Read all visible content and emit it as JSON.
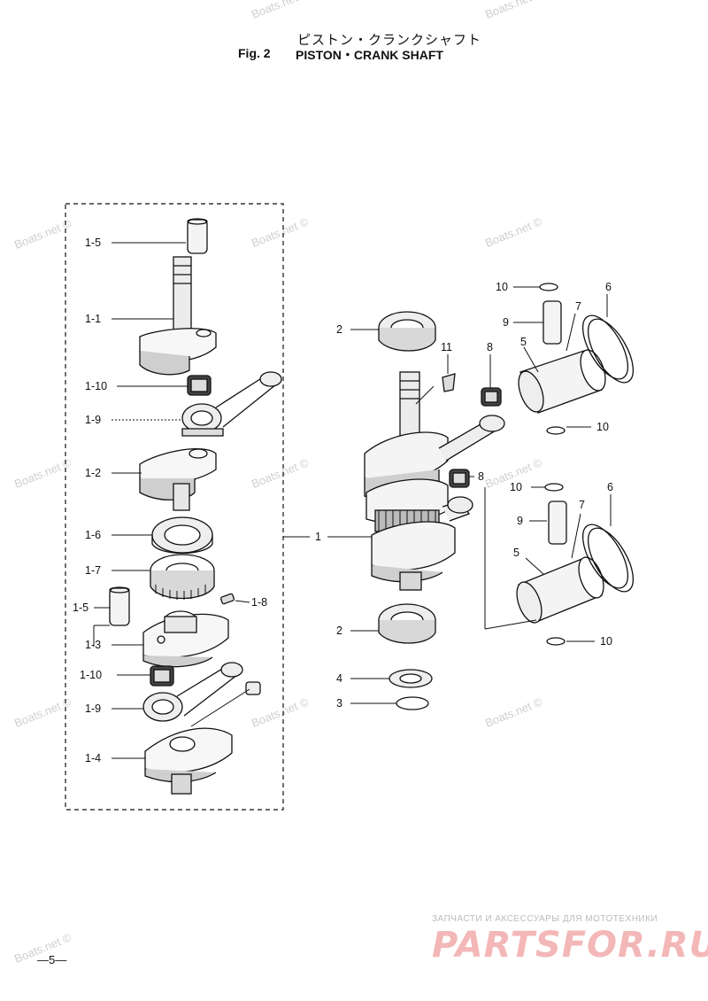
{
  "header": {
    "title_jp": "ピストン・クランクシャフト",
    "fig_label": "Fig. 2",
    "title_en": "PISTON・CRANK SHAFT"
  },
  "watermark": "Boats.net ©",
  "labels": {
    "1": "1",
    "1_1": "1-1",
    "1_2": "1-2",
    "1_3": "1-3",
    "1_4": "1-4",
    "1_5": "1-5",
    "1_6": "1-6",
    "1_7": "1-7",
    "1_8": "1-8",
    "1_9": "1-9",
    "1_10": "1-10",
    "2": "2",
    "3": "3",
    "4": "4",
    "5": "5",
    "6": "6",
    "7": "7",
    "8": "8",
    "9": "9",
    "10": "10",
    "11": "11"
  },
  "footer": {
    "store_tagline": "ЗАПЧАСТИ И АКСЕССУАРЫ ДЛЯ МОТОТЕХНИКИ",
    "store_brand": "PARTSFOR.RU",
    "page_number": "—5—"
  },
  "colors": {
    "ink": "#111111",
    "watermark": "#cfcfcf",
    "brand": "#f3b7b7"
  }
}
